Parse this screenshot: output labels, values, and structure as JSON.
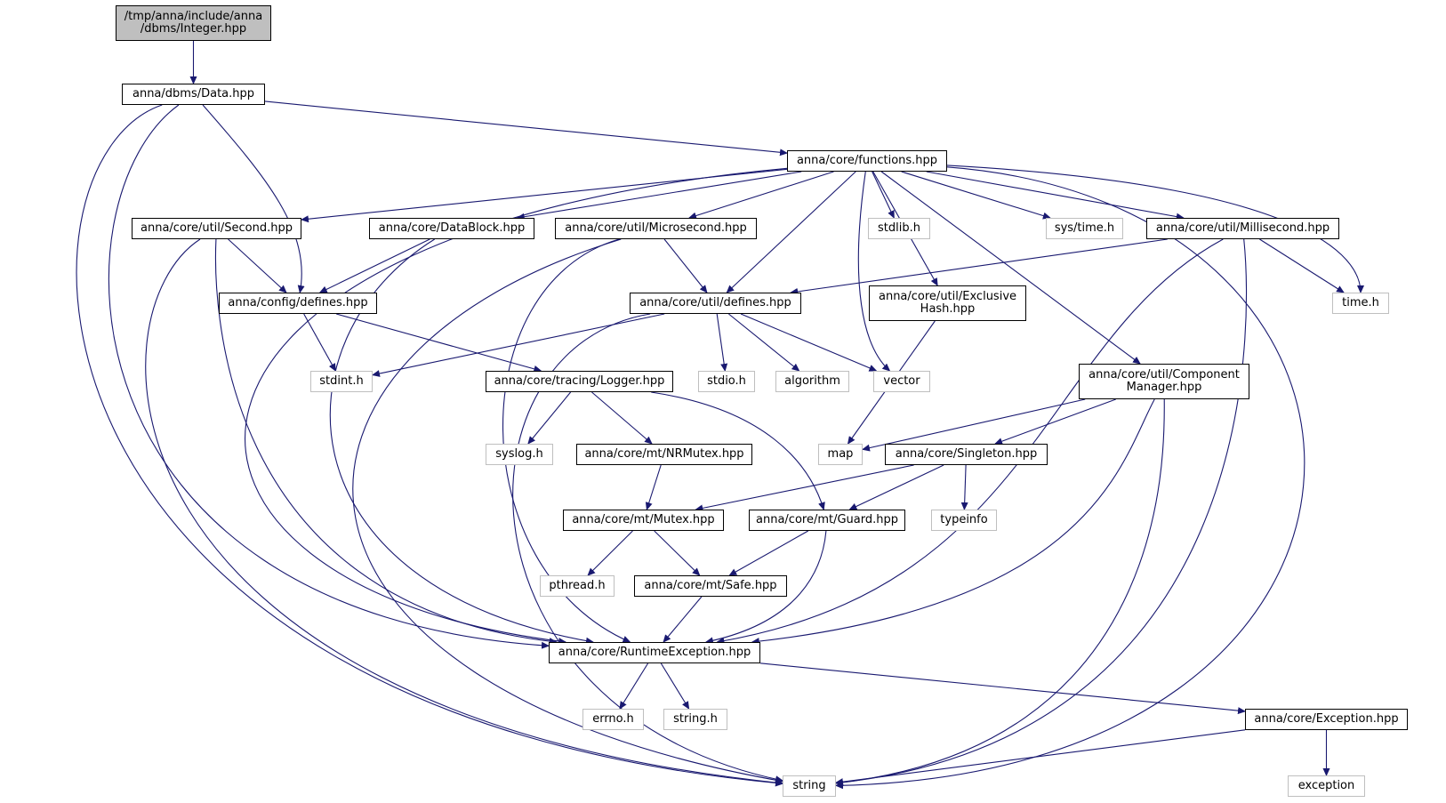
{
  "colors": {
    "edge": "#191970",
    "root_fill": "#bfbfbf",
    "external_border": "#bfbfbf",
    "node_border": "#000000"
  },
  "nodes": {
    "integer": "/tmp/anna/include/anna\n/dbms/Integer.hpp",
    "data": "anna/dbms/Data.hpp",
    "functions": "anna/core/functions.hpp",
    "second": "anna/core/util/Second.hpp",
    "datablock": "anna/core/DataBlock.hpp",
    "microsecond": "anna/core/util/Microsecond.hpp",
    "stdlib": "stdlib.h",
    "systime": "sys/time.h",
    "millisecond": "anna/core/util/Millisecond.hpp",
    "configdefines": "anna/config/defines.hpp",
    "utildefines": "anna/core/util/defines.hpp",
    "exclusivehash": "anna/core/util/Exclusive\nHash.hpp",
    "timeh": "time.h",
    "stdint": "stdint.h",
    "logger": "anna/core/tracing/Logger.hpp",
    "stdio": "stdio.h",
    "algorithm": "algorithm",
    "vector": "vector",
    "componentmanager": "anna/core/util/Component\nManager.hpp",
    "syslog": "syslog.h",
    "nrmutex": "anna/core/mt/NRMutex.hpp",
    "map": "map",
    "singleton": "anna/core/Singleton.hpp",
    "mutex": "anna/core/mt/Mutex.hpp",
    "guard": "anna/core/mt/Guard.hpp",
    "typeinfo": "typeinfo",
    "pthread": "pthread.h",
    "safe": "anna/core/mt/Safe.hpp",
    "runtimeexception": "anna/core/RuntimeException.hpp",
    "errno": "errno.h",
    "stringh": "string.h",
    "exception_hpp": "anna/core/Exception.hpp",
    "string": "string",
    "exception": "exception"
  }
}
